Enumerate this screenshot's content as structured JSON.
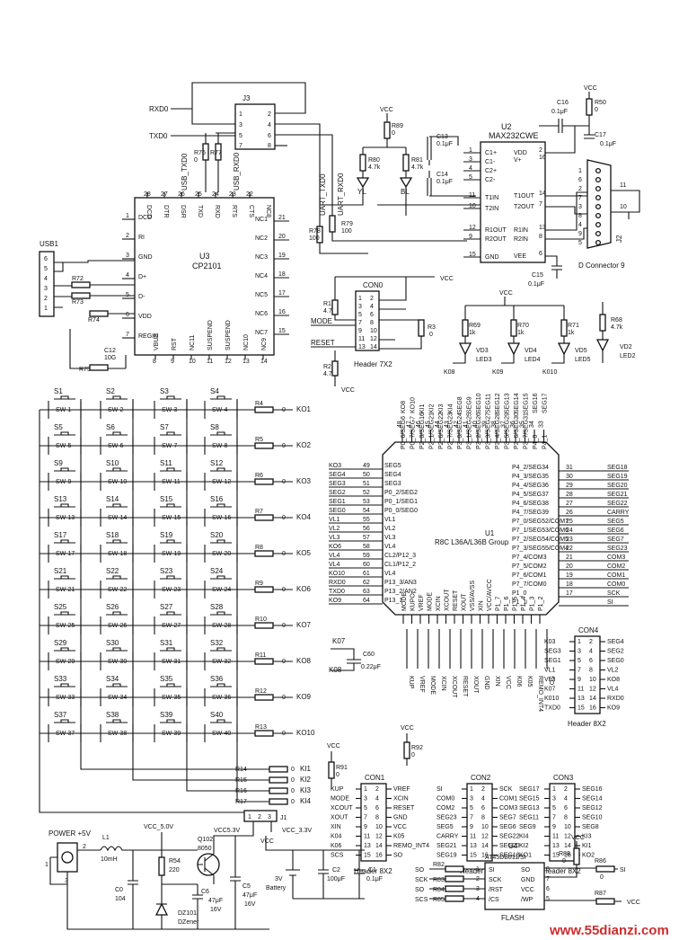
{
  "top": {
    "j3": "J3",
    "rxd0": "RXD0",
    "txd0": "TXD0",
    "usb_txd0": "USB_TXD0",
    "usb_rxd0": "USB_RXD0",
    "uart_txd0": "UART_TXD0",
    "uart_rxd0": "UART_RXD0",
    "r76": "R76",
    "r77": "R77",
    "zero": "0",
    "j3_pins": [
      "1",
      "2",
      "3",
      "4",
      "5",
      "6",
      "7",
      "8"
    ]
  },
  "u3": {
    "ref": "U3",
    "name": "CP2101",
    "top_pins": [
      "DCD",
      "DTR",
      "DSR",
      "TXD",
      "RXD",
      "RTS",
      "CTS",
      "NC8"
    ],
    "top_nums": [
      "28",
      "27",
      "26",
      "25",
      "24",
      "23",
      "22"
    ],
    "left_pins": [
      "DCD",
      "RI",
      "GND",
      "D+",
      "D-",
      "VDD",
      "REGIN"
    ],
    "left_nums": [
      "1",
      "2",
      "3",
      "4",
      "5",
      "6",
      "7"
    ],
    "right_pins": [
      "NC1",
      "NC2",
      "NC3",
      "NC4",
      "NC5",
      "NC6",
      "NC7"
    ],
    "right_nums": [
      "21",
      "20",
      "19",
      "18",
      "17",
      "16",
      "15"
    ],
    "bottom_pins": [
      "VBUS",
      "RST",
      "NC11",
      "SUSPEND",
      "SUSPEND",
      "NC10",
      "NC9"
    ],
    "bottom_nums": [
      "8",
      "9",
      "10",
      "11",
      "12",
      "13",
      "14"
    ]
  },
  "usb": {
    "label": "USB1",
    "pins": [
      "6",
      "5",
      "4",
      "3",
      "2",
      "1"
    ],
    "r72": "R72",
    "r73": "R73",
    "r74": "R74",
    "r75": "R75",
    "c12": "C12",
    "c12v": "10G"
  },
  "u2": {
    "ref": "U2",
    "name": "MAX232CWE",
    "left_pins": [
      "C1+",
      "C1-",
      "C2+",
      "C2-",
      "T1IN",
      "T2IN",
      "R1OUT",
      "R2OUT",
      "GND"
    ],
    "left_nums": [
      "1",
      "3",
      "4",
      "5",
      "11",
      "10",
      "12",
      "9",
      "15"
    ],
    "right_pins": [
      "VDD",
      "V+",
      "T1OUT",
      "T2OUT",
      "R1IN",
      "R2IN",
      "VEE"
    ],
    "right_nums": [
      "2",
      "16",
      "14",
      "7",
      "13",
      "8",
      "6"
    ],
    "c13": "C13",
    "c13v": "0.1μF",
    "c14": "C14",
    "c14v": "0.1μF",
    "c15": "C15",
    "c15v": "0.1μF",
    "c16": "C16",
    "c16v": "0.1μF",
    "c17": "C17",
    "c17v": "0.1μF",
    "r50": "R50",
    "r50v": "0",
    "vcc": "VCC"
  },
  "leds_top": {
    "vcc": "VCC",
    "r89": "R89",
    "r89v": "0",
    "r80": "R80",
    "r80v": "4.7k",
    "r81": "R81",
    "r81v": "4.7k",
    "yl": "YL",
    "bl": "BL",
    "r79": "R79",
    "r79v": "100",
    "r78": "R78",
    "r78v": "100"
  },
  "db9": {
    "label": "D Connector 9",
    "ref": "J2",
    "pins": [
      "1",
      "6",
      "2",
      "7",
      "3",
      "8",
      "4",
      "9",
      "5"
    ],
    "p11": "11",
    "p10": "10"
  },
  "con0": {
    "ref": "CON0",
    "name": "Header 7X2",
    "left_nums": [
      "1",
      "3",
      "5",
      "7",
      "9",
      "11",
      "13"
    ],
    "right_nums": [
      "2",
      "4",
      "6",
      "8",
      "10",
      "12",
      "14"
    ],
    "r1": "R1",
    "r1v": "4.7k",
    "r2": "R2",
    "r2v": "4.7k",
    "r3": "R3",
    "r3v": "0",
    "mode": "MODE",
    "reset": "RESET",
    "vcc": "VCC"
  },
  "leds_mid": {
    "vcc": "VCC",
    "resistors": [
      "R69",
      "R70",
      "R71"
    ],
    "rv": "1k",
    "leds": [
      "VD3",
      "VD4",
      "VD5"
    ],
    "led_names": [
      "LED3",
      "LED4",
      "LED5"
    ],
    "kos": [
      "K08",
      "K09",
      "K010"
    ],
    "r68": "R68",
    "r68v": "4.7k",
    "vd2": "VD2",
    "led2": "LED2"
  },
  "keypad": {
    "rows": [
      [
        "S1",
        "S2",
        "S3",
        "S4"
      ],
      [
        "S5",
        "S6",
        "S7",
        "S8"
      ],
      [
        "S9",
        "S10",
        "S11",
        "S12"
      ],
      [
        "S13",
        "S14",
        "S15",
        "S16"
      ],
      [
        "S17",
        "S18",
        "S19",
        "S20"
      ],
      [
        "S21",
        "S22",
        "S23",
        "S24"
      ],
      [
        "S25",
        "S26",
        "S27",
        "S28"
      ],
      [
        "S29",
        "S30",
        "S31",
        "S32"
      ],
      [
        "S33",
        "S34",
        "S35",
        "S36"
      ],
      [
        "S37",
        "S38",
        "S39",
        "S40"
      ]
    ],
    "sw_labels": [
      [
        "SW-1",
        "SW-2",
        "SW-3",
        "SW-4"
      ],
      [
        "SW-5",
        "SW-6",
        "SW-7",
        "SW-8"
      ],
      [
        "SW-9",
        "SW-10",
        "SW-11",
        "SW-12"
      ],
      [
        "SW-13",
        "SW-14",
        "SW-15",
        "SW-16"
      ],
      [
        "SW-17",
        "SW-18",
        "SW-19",
        "SW-20"
      ],
      [
        "SW-21",
        "SW-22",
        "SW-23",
        "SW-24"
      ],
      [
        "SW-25",
        "SW-26",
        "SW-27",
        "SW-28"
      ],
      [
        "SW-29",
        "SW-30",
        "SW-31",
        "SW-32"
      ],
      [
        "SW-33",
        "SW-34",
        "SW-35",
        "SW-36"
      ],
      [
        "SW-37",
        "SW-38",
        "SW-39",
        "SW-40"
      ]
    ],
    "row_r": [
      "R4",
      "R5",
      "R6",
      "R7",
      "R8",
      "R9",
      "R10",
      "R11",
      "R12",
      "R13"
    ],
    "row_k": [
      "KO1",
      "KO2",
      "KO3",
      "KO4",
      "KO5",
      "KO6",
      "KO7",
      "KO8",
      "KO9",
      "KO10"
    ],
    "col_r": [
      "R14",
      "R15",
      "R16",
      "R17"
    ],
    "col_k": [
      "KI1",
      "KI2",
      "KI3",
      "KI4"
    ],
    "zero": "0"
  },
  "u1": {
    "ref": "U1",
    "name1": "R8C L36A/L36B Group",
    "top_nums": [
      "48",
      "47",
      "46",
      "45",
      "44",
      "43",
      "42",
      "41",
      "40",
      "39",
      "38",
      "37",
      "36",
      "35",
      "34",
      "33"
    ],
    "top_pins": [
      "P0_6/SEG6",
      "P0_7/SEG7",
      "P2_0/SEG16",
      "P2_1/SEG21",
      "P2_6/SEG22",
      "P2_7/SEG23",
      "P3_0/SEG24",
      "P3_1/SEG25",
      "P3_2/SEG26",
      "P3_3/SEG27",
      "P3_4/SEG28",
      "P3_5/SEG29",
      "P3_6/SEG30",
      "P3_7/SEG31",
      "P4_0",
      "P4_1"
    ],
    "top_ext": [
      "KO8",
      "KO10",
      "KI1",
      "KI2",
      "KI3",
      "KI4",
      "SEG8",
      "SEG9",
      "SEG10",
      "SEG11",
      "SEG12",
      "SEG13",
      "SEG14",
      "SEG15",
      "SEG16",
      "SEG17"
    ],
    "left_ext": [
      "KO3",
      "SEG4",
      "SEG3",
      "SEG2",
      "SEG1",
      "SEG0",
      "VL1",
      "VL2",
      "VL3",
      "KO6",
      "VL4",
      "VL4",
      "KO10",
      "RXD0",
      "TXD0",
      "KO9"
    ],
    "left_nums": [
      "49",
      "50",
      "51",
      "52",
      "53",
      "54",
      "55",
      "56",
      "57",
      "58",
      "59",
      "60",
      "61",
      "62",
      "63",
      "64"
    ],
    "left_pins": [
      "SEG5",
      "SEG4",
      "SEG3",
      "P0_2/SEG2",
      "P0_1/SEG1",
      "P0_0/SEG0",
      "VL1",
      "VL2",
      "VL3",
      "VL4",
      "CL2/P12_3",
      "CL1/P12_2",
      "VL4",
      "P13_3/AN3",
      "P13_2/AN2",
      "P13_1"
    ],
    "right_pins": [
      "P4_2/SEG34",
      "P4_3/SEG35",
      "P4_4/SEG36",
      "P4_5/SEG37",
      "P4_6/SEG38",
      "P4_7/SEG39",
      "P7_0/SEG52/COM7",
      "P7_1/SEG53/COM6",
      "P7_2/SEG54/COM5",
      "P7_3/SEG55/COM4",
      "P7_4/COM3",
      "P7_5/COM2",
      "P7_6/COM1",
      "P7_7/COM0",
      "P1_0",
      "P1_1"
    ],
    "right_nums": [
      "31",
      "30",
      "29",
      "28",
      "27",
      "26",
      "25",
      "24",
      "23",
      "22",
      "21",
      "20",
      "19",
      "18",
      "17"
    ],
    "right_ext": [
      "SEG18",
      "SEG19",
      "SEG20",
      "SEG21",
      "SEG22",
      "CARRY",
      "SEG5",
      "SEG6",
      "SEG7",
      "SEG23",
      "COM3",
      "COM2",
      "COM1",
      "COM0",
      "SCK",
      "SI"
    ],
    "bottom_pins": [
      "MODE",
      "KUPO",
      "VREF",
      "MODE",
      "XCIN",
      "XCOUT",
      "RESET",
      "XOUT",
      "VSS/AVSS",
      "XIN",
      "VCC/AVCC",
      "P1_7",
      "P1_6",
      "P1_5",
      "P1_4",
      "P1_3",
      "P1_2"
    ],
    "bottom_ext": [
      "KUP",
      "VREF",
      "MODE",
      "XCIN",
      "XCOUT",
      "RESET",
      "XOUT",
      "GND",
      "XIN",
      "VCC",
      "K06",
      "K05",
      "REMO_INT4",
      "SO"
    ]
  },
  "k07": {
    "k07": "K07",
    "c60": "C60",
    "c60v": "0.22μF",
    "k08": "K08"
  },
  "con4": {
    "ref": "CON4",
    "name": "Header 8X2",
    "left": [
      "K03",
      "SEG3",
      "SEG1",
      "VL1",
      "VL3",
      "K07",
      "K010",
      "TXD0"
    ],
    "left_nums": [
      "1",
      "3",
      "5",
      "7",
      "9",
      "11",
      "13",
      "15"
    ],
    "right_nums": [
      "2",
      "4",
      "6",
      "8",
      "10",
      "12",
      "14",
      "16"
    ],
    "right": [
      "SEG4",
      "SEG2",
      "SEG0",
      "VL2",
      "KO8",
      "VL4",
      "RXD0",
      "KO9"
    ]
  },
  "con1": {
    "ref": "CON1",
    "name": "Header 8X2",
    "left": [
      "KUP",
      "MODE",
      "XCOUT",
      "XOUT",
      "XIN",
      "K04",
      "K06",
      "SCS"
    ],
    "left_nums": [
      "1",
      "3",
      "5",
      "7",
      "9",
      "11",
      "13",
      "15"
    ],
    "right_nums": [
      "2",
      "4",
      "6",
      "8",
      "10",
      "12",
      "14",
      "16"
    ],
    "right": [
      "VREF",
      "XCIN",
      "RESET",
      "GND",
      "VCC",
      "K05",
      "REMO_INT4",
      "SO"
    ],
    "r91": "R91",
    "r92": "R92",
    "rv": "0",
    "vcc": "VCC"
  },
  "con2": {
    "ref": "CON2",
    "name": "Header 8X2",
    "left": [
      "SI",
      "COM0",
      "COM2",
      "SEG23",
      "SEG5",
      "CARRY",
      "SEG21",
      "SEG19"
    ],
    "left_nums": [
      "1",
      "3",
      "5",
      "7",
      "9",
      "11",
      "13",
      "15"
    ],
    "right_nums": [
      "2",
      "4",
      "6",
      "8",
      "10",
      "12",
      "14",
      "16"
    ],
    "right": [
      "SCK",
      "COM1",
      "COM3",
      "SEG7",
      "SEG6",
      "SEG22",
      "SEG20",
      "SEG18"
    ]
  },
  "con3": {
    "ref": "CON3",
    "name": "Header 8X2",
    "left": [
      "SEG17",
      "SEG15",
      "SEG13",
      "SEG11",
      "SEG9",
      "KI4",
      "KI2",
      "KO1"
    ],
    "left_nums": [
      "1",
      "3",
      "5",
      "7",
      "9",
      "11",
      "13",
      "15"
    ],
    "right_nums": [
      "2",
      "4",
      "6",
      "8",
      "10",
      "12",
      "14",
      "16"
    ],
    "right": [
      "SEG16",
      "SEG14",
      "SEG12",
      "SEG10",
      "SEG8",
      "KI3",
      "KI1",
      "KO2"
    ]
  },
  "power": {
    "jack": "POWER +5V",
    "pins": [
      "2",
      "1",
      "3"
    ],
    "l1": "L1",
    "l1v": "10mH",
    "c0": "C0",
    "c0v": "104",
    "vcc50": "VCC_5.0V",
    "r54": "R54",
    "r54v": "220",
    "dz": "DZ101",
    "dzn": "DZener",
    "c6": "C6",
    "c6v": "47μF",
    "c6vv": "16V",
    "q": "Q102",
    "qn": "8050",
    "vcc5": "VCC5.3V",
    "c5": "C5",
    "c5v": "47μF",
    "c5vv": "16V",
    "j1": "J1",
    "j1p": [
      "1",
      "2",
      "3"
    ],
    "vcc": "VCC",
    "vcc33": "VCC_3.3V",
    "batt": "3V",
    "battn": "Battery",
    "c2": "C2",
    "c2v": "100μF",
    "c1": "C1",
    "c1v": "0.1μF"
  },
  "u4": {
    "ref": "U4",
    "name": "AT45DB011/SI",
    "left": [
      "SI",
      "SCK",
      "/RST",
      "/CS"
    ],
    "left_nums": [
      "1",
      "2",
      "3",
      "4"
    ],
    "right": [
      "SO",
      "GND",
      "VCC",
      "/WP"
    ],
    "right_nums": [
      "8",
      "7",
      "6",
      "5"
    ],
    "flash": "FLASH",
    "nets": [
      "SO",
      "SCK",
      "SO",
      "SCS"
    ],
    "rs": [
      "R82",
      "R83",
      "R84",
      "R85"
    ],
    "r88": "R88",
    "r88v": "0",
    "r86": "R86",
    "r86v": "0",
    "si": "SI",
    "r87": "R87",
    "vcc": "VCC"
  },
  "watermark": "www.55dianzi.com"
}
